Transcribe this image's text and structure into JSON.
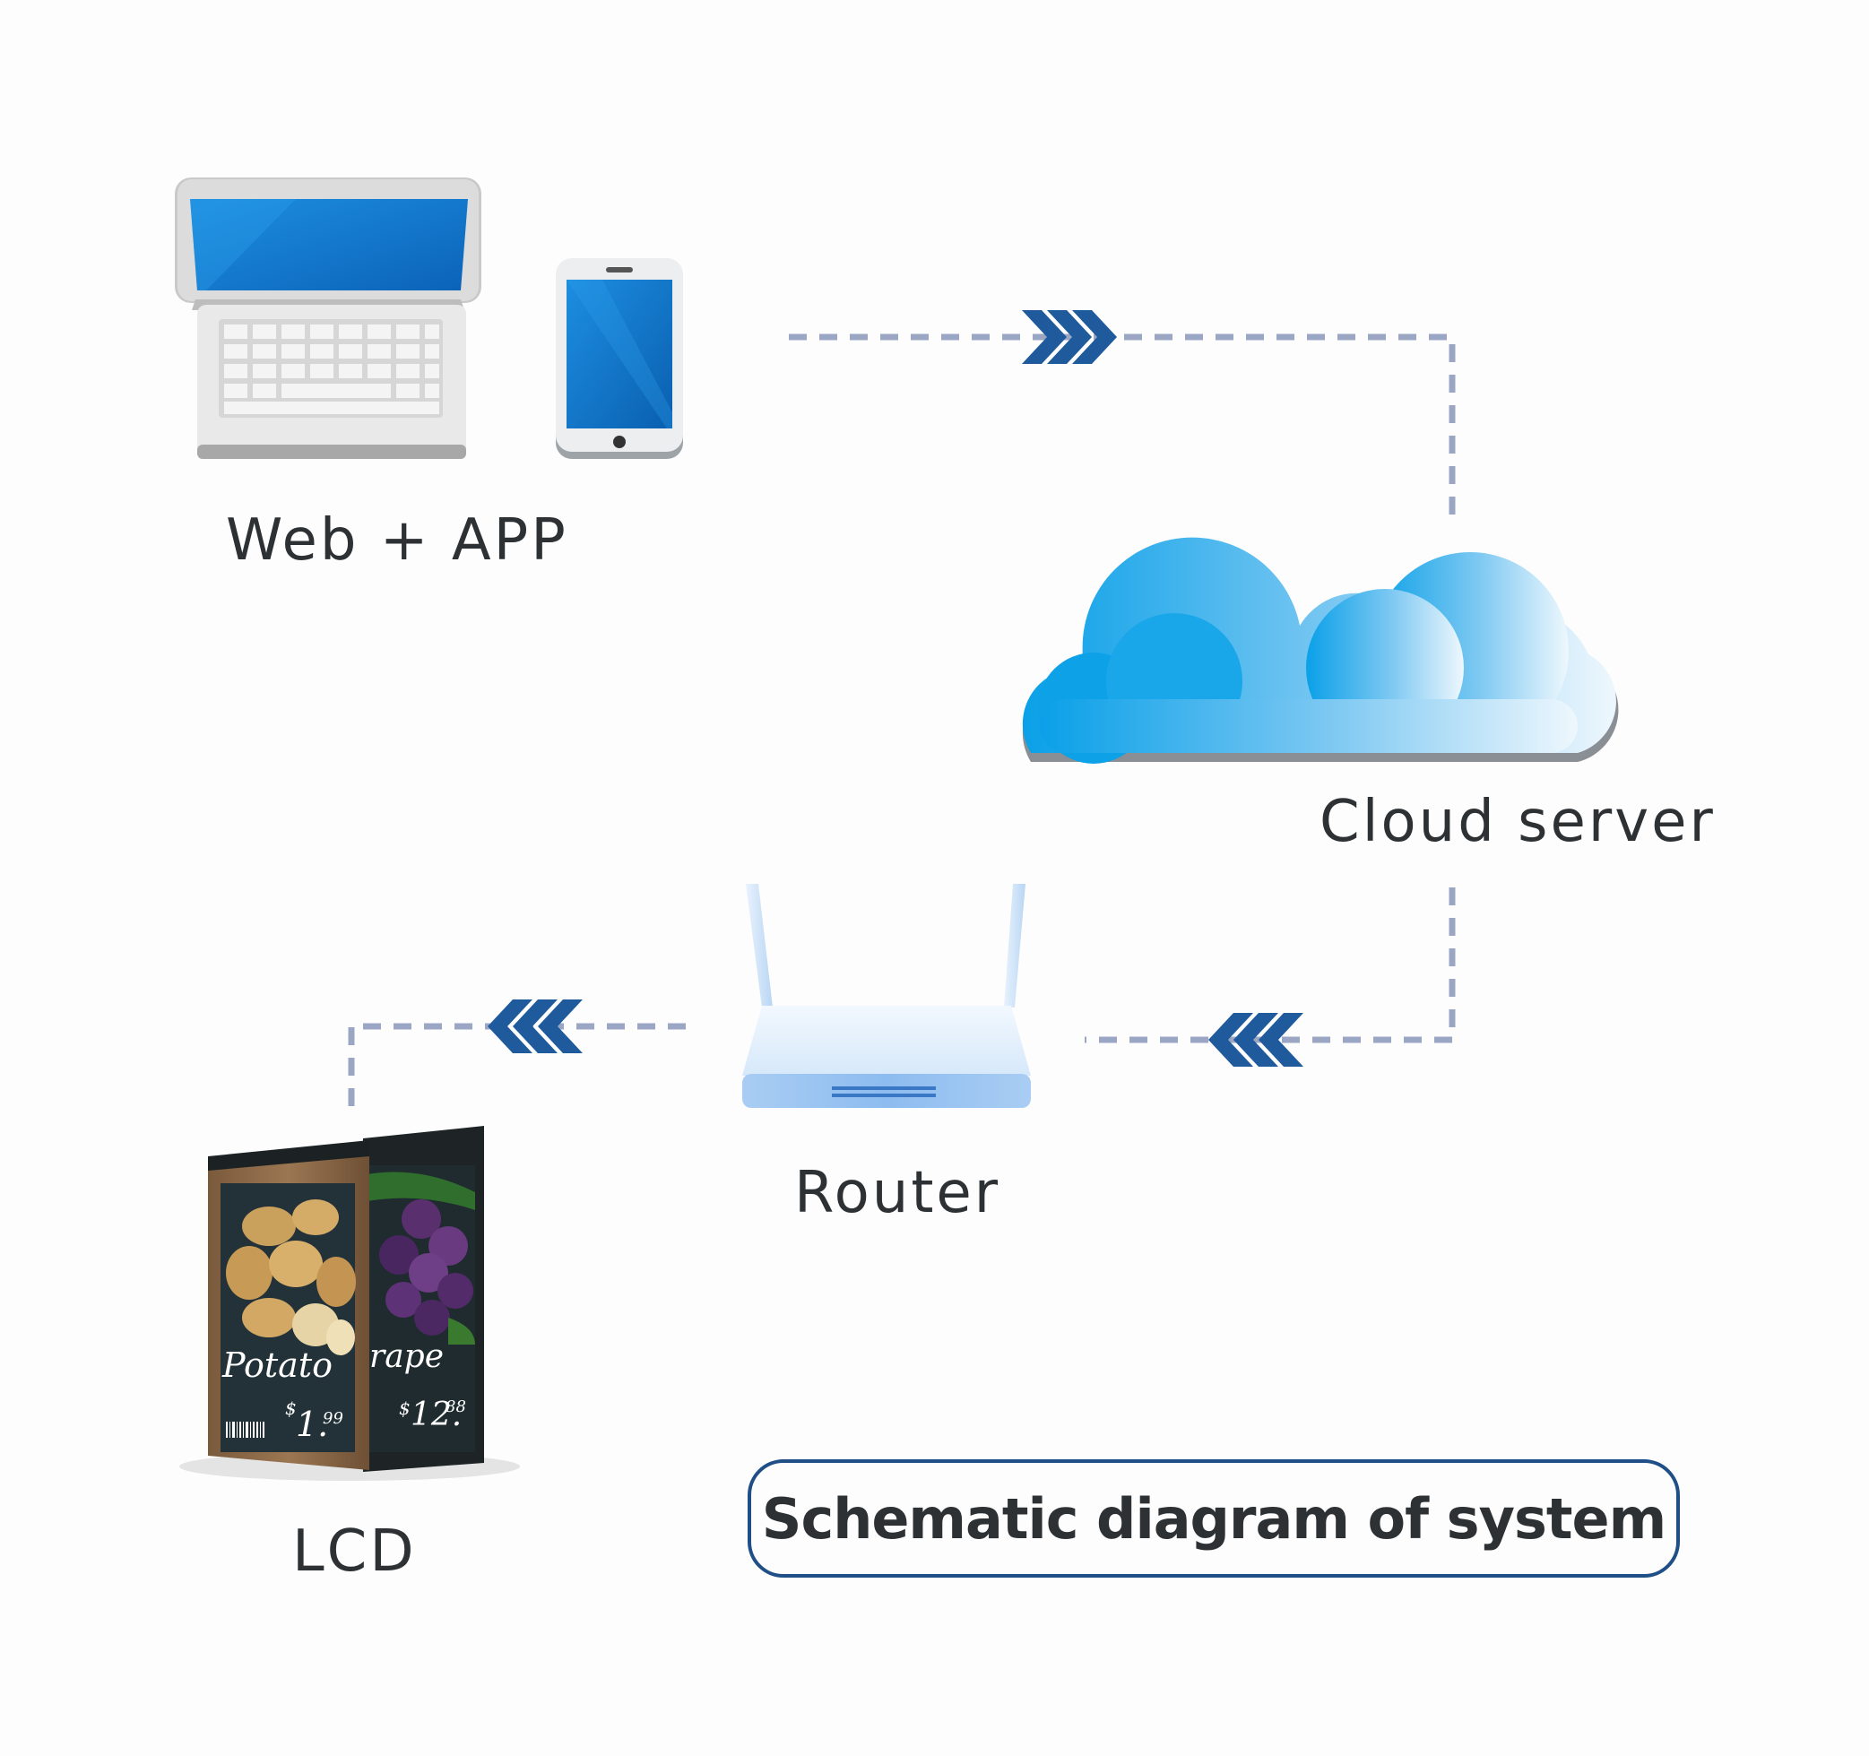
{
  "nodes": {
    "web_app": {
      "label": "Web + APP"
    },
    "cloud": {
      "label": "Cloud server"
    },
    "router": {
      "label": "Router"
    },
    "lcd": {
      "label": "LCD"
    }
  },
  "lcd_screens": {
    "front": {
      "name": "Potato",
      "currency": "$",
      "price_main": "1.",
      "price_cents": "99"
    },
    "back": {
      "name": "rape",
      "currency": "$",
      "price_main": "12.",
      "price_cents": "88"
    }
  },
  "caption": "Schematic diagram of  system",
  "colors": {
    "connector": "#9aa6c4",
    "arrow": "#1f5a9c",
    "text": "#2d3134",
    "caption_border": "#1f4f86",
    "screen_blue": "#0a72c8",
    "cloud_blue": "#1aa3e8"
  },
  "connections": [
    {
      "from": "Web + APP",
      "to": "Cloud server",
      "direction": "right"
    },
    {
      "from": "Cloud server",
      "to": "Router",
      "direction": "left"
    },
    {
      "from": "Router",
      "to": "LCD",
      "direction": "left"
    }
  ]
}
